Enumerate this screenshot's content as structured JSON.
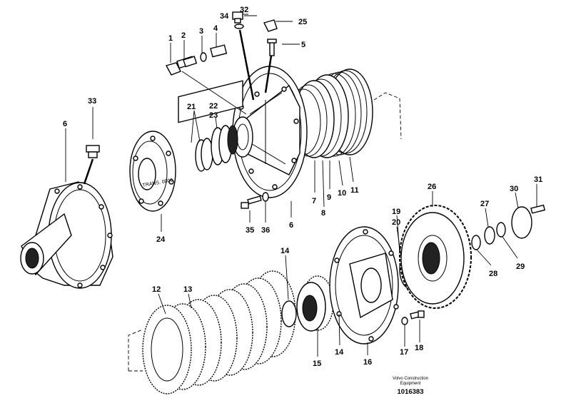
{
  "labels": [
    {
      "id": "1",
      "text": "1"
    },
    {
      "id": "2",
      "text": "2"
    },
    {
      "id": "3",
      "text": "3"
    },
    {
      "id": "4",
      "text": "4"
    },
    {
      "id": "5",
      "text": "5"
    },
    {
      "id": "6a",
      "text": "6"
    },
    {
      "id": "6b",
      "text": "6"
    },
    {
      "id": "7",
      "text": "7"
    },
    {
      "id": "8",
      "text": "8"
    },
    {
      "id": "9",
      "text": "9"
    },
    {
      "id": "10",
      "text": "10"
    },
    {
      "id": "11",
      "text": "11"
    },
    {
      "id": "12",
      "text": "12"
    },
    {
      "id": "13",
      "text": "13"
    },
    {
      "id": "14a",
      "text": "14"
    },
    {
      "id": "14b",
      "text": "14"
    },
    {
      "id": "15",
      "text": "15"
    },
    {
      "id": "16",
      "text": "16"
    },
    {
      "id": "17",
      "text": "17"
    },
    {
      "id": "18",
      "text": "18"
    },
    {
      "id": "19",
      "text": "19"
    },
    {
      "id": "20",
      "text": "20"
    },
    {
      "id": "21",
      "text": "21"
    },
    {
      "id": "22",
      "text": "22"
    },
    {
      "id": "23",
      "text": "23"
    },
    {
      "id": "24",
      "text": "24"
    },
    {
      "id": "25",
      "text": "25"
    },
    {
      "id": "26",
      "text": "26"
    },
    {
      "id": "27",
      "text": "27"
    },
    {
      "id": "28",
      "text": "28"
    },
    {
      "id": "29",
      "text": "29"
    },
    {
      "id": "30",
      "text": "30"
    },
    {
      "id": "31",
      "text": "31"
    },
    {
      "id": "32",
      "text": "32"
    },
    {
      "id": "33",
      "text": "33"
    },
    {
      "id": "34",
      "text": "34"
    },
    {
      "id": "35",
      "text": "35"
    },
    {
      "id": "36",
      "text": "36"
    }
  ],
  "footer": {
    "line1": "Volvo Construction",
    "line2": "Equipment",
    "figure_number": "1016383"
  },
  "stamped_text": "TRANS. 0000"
}
